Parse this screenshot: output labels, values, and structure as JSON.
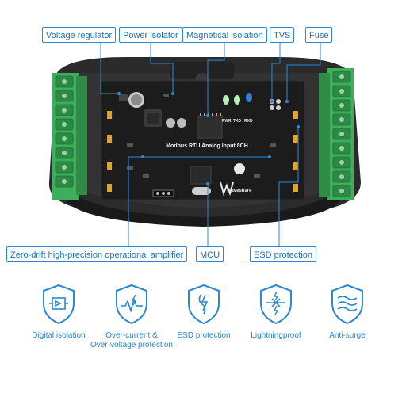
{
  "callouts": {
    "voltage_regulator": "Voltage regulator",
    "power_isolator": "Power isolator",
    "magnetical_isolation": "Magnetical isolation",
    "tvs": "TVS",
    "fuse": "Fuse",
    "amplifier": "Zero-drift high-precision operational amplifier",
    "mcu": "MCU",
    "esd_protection": "ESD protection"
  },
  "board": {
    "title": "Modbus RTU Analog Input 8CH",
    "led_pwr": "PWR",
    "led_txd": "TXD",
    "led_rxd": "RXD",
    "brand": "Waveshare"
  },
  "features": [
    {
      "label": "Digital isolation",
      "icon": "digital-isolation-icon"
    },
    {
      "label": "Over-current &\nOver-voltage protection",
      "icon": "overcurrent-icon"
    },
    {
      "label": "ESD protection",
      "icon": "esd-icon"
    },
    {
      "label": "Lightningproof",
      "icon": "lightning-icon"
    },
    {
      "label": "Anti-surge",
      "icon": "surge-icon"
    }
  ],
  "colors": {
    "accent": "#2a8ad6",
    "terminal_green": "#3fae5a",
    "pcb": "#1b1b1b",
    "case": "#2a2a2a"
  }
}
